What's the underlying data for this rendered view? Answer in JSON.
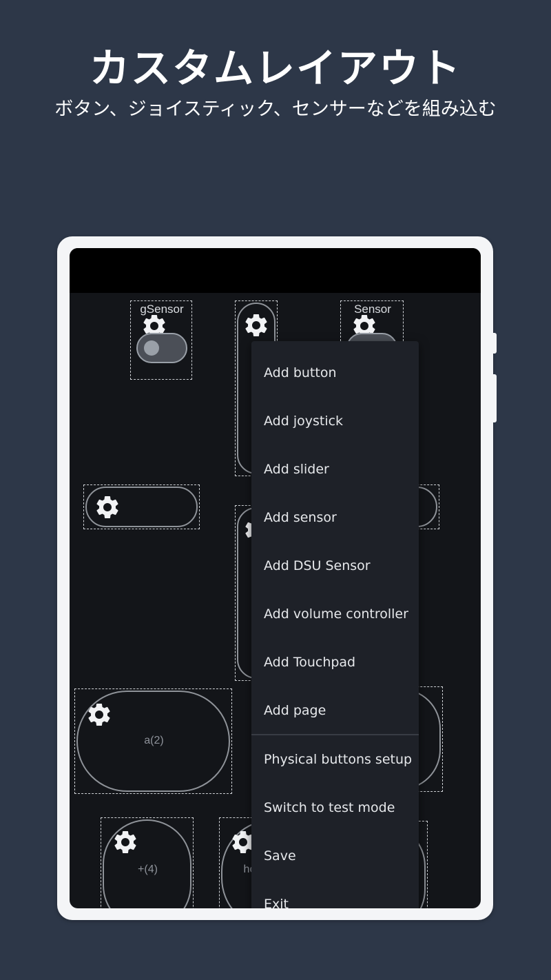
{
  "promo": {
    "title": "カスタムレイアウト",
    "subtitle": "ボタン、ジョイスティック、センサーなどを組み込む"
  },
  "controls": {
    "gsensor_label": "gSensor",
    "sensor_label": "Sensor",
    "button_a_label": "a(2)",
    "button_plus_label": "+(4)",
    "button_home_label": "hc"
  },
  "toggles": {
    "gsensor_enabled": false
  },
  "menu": {
    "items": [
      "Add button",
      "Add joystick",
      "Add slider",
      "Add sensor",
      "Add DSU Sensor",
      "Add volume controller",
      "Add Touchpad",
      "Add page",
      "Physical buttons setup",
      "Switch to test mode",
      "Save",
      "Exit"
    ]
  },
  "colors": {
    "page_background": "#2d3748",
    "tablet_frame": "#f4f5f7",
    "screen_background": "#131519",
    "menu_background": "#1e2128",
    "menu_text": "#e6e8eb"
  },
  "icons": {
    "settings": "gear-icon"
  }
}
